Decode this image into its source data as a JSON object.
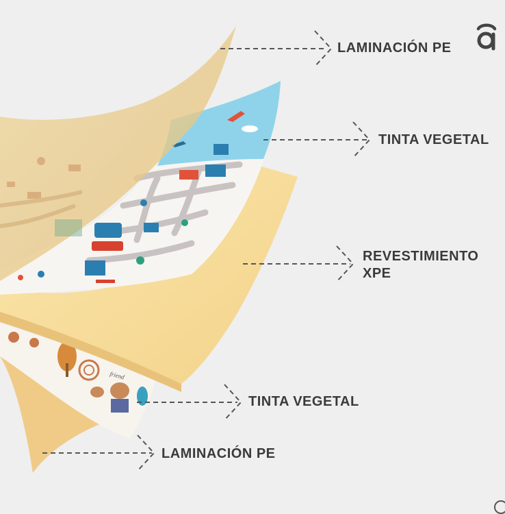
{
  "layers": [
    {
      "id": "top-lamination",
      "label": "LAMINACIÓN PE"
    },
    {
      "id": "top-ink",
      "label": "TINTA VEGETAL"
    },
    {
      "id": "core",
      "label": "REVESTIMIENTO\nXPE"
    },
    {
      "id": "bottom-ink",
      "label": "TINTA VEGETAL"
    },
    {
      "id": "bottom-lamination",
      "label": "LAMINACIÓN PE"
    }
  ],
  "illustration": {
    "print_text": "friend"
  },
  "colors": {
    "background": "#efefef",
    "lamination": "#e8c98a",
    "core_foam": "#f6dc9a",
    "sky": "#8fd3ea",
    "road": "#c9c2c2",
    "label_text": "#3a3a3a",
    "arrow": "#555555",
    "logo": "#444444"
  },
  "icons": {
    "logo": "brand-a-logo-icon",
    "arrows": "dashed-chevron-arrow-icon"
  }
}
